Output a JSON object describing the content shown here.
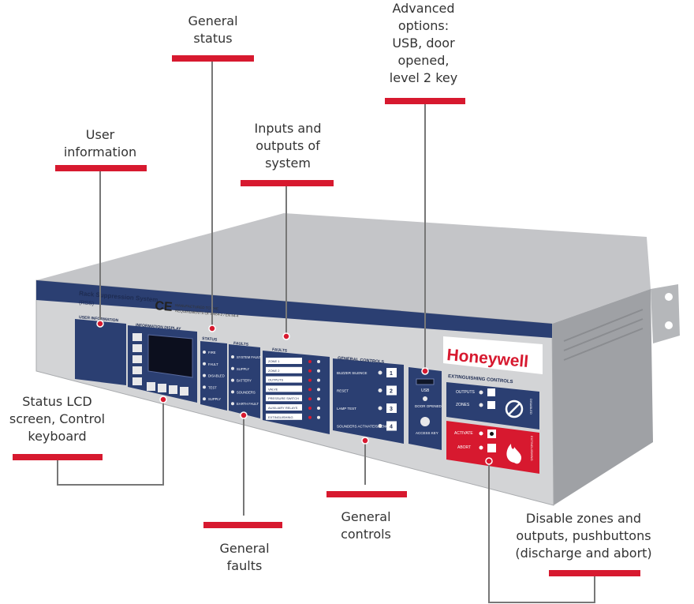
{
  "callouts": {
    "general_status": "General\nstatus",
    "advanced_options": "Advanced\noptions:\nUSB, door\nopened,\nlevel 2 key",
    "user_information": "User\ninformation",
    "inputs_outputs": "Inputs and\noutputs of\nsystem",
    "status_lcd": "Status LCD\nscreen, Control\nkeyboard",
    "general_faults": "General\nfaults",
    "general_controls": "General\ncontrols",
    "disable_zones": "Disable zones and\noutputs, pushbuttons\n(discharge and abort)"
  },
  "device": {
    "title": "Rack Suppression System",
    "subtitle": "(RSS)",
    "ce_mark": "CE",
    "compliance_line1": "MANUFACTURED TO THE",
    "compliance_line2": "REQUIREMENTS OF EN54-2 / EN 54-4",
    "brand": "Honeywell",
    "sections": {
      "user_information": "USER INFORMATION",
      "information_display": "INFORMATION DISPLAY",
      "status": "STATUS",
      "faults": "FAULTS",
      "faults_io": "FAULTS",
      "general_controls": "GENERAL CONTROLS",
      "extinguishing_controls": "EXTINGUISHING CONTROLS"
    },
    "status_items": [
      "FIRE",
      "FAULT",
      "DISABLED",
      "TEST",
      "SUPPLY"
    ],
    "fault_items": [
      "SYSTEM FAULT",
      "SUPPLY",
      "BATTERY",
      "SOUNDERS",
      "EARTH FAULT"
    ],
    "io_items": [
      "ZONE 1",
      "ZONE 2",
      "OUTPUTS",
      "VALVE",
      "PRESSURE SWITCH",
      "AUXILIARY RELAYS",
      "EXTINGUISHING"
    ],
    "general_controls": [
      {
        "label": "BUZZER SILENCE",
        "key": "1"
      },
      {
        "label": "RESET",
        "key": "2"
      },
      {
        "label": "LAMP TEST",
        "key": "3"
      },
      {
        "label": "SOUNDERS ACTIVATE/SILENCE",
        "key": "4"
      }
    ],
    "advanced": {
      "usb": "USB",
      "door": "DOOR OPENED",
      "key": "ACCESS KEY"
    },
    "extinguishing": {
      "outputs": "OUTPUTS",
      "zones": "ZONES",
      "disabled": "DISABLED",
      "activate": "ACTIVATE",
      "abort": "ABORT",
      "extinguishing": "EXTINGUISHING"
    }
  },
  "colors": {
    "callout_bar": "#d7192f",
    "panel_blue": "#2b3f72",
    "chassis_grey": "#c9cacc",
    "honeywell_red": "#d7192f",
    "connector_line": "#777777"
  }
}
